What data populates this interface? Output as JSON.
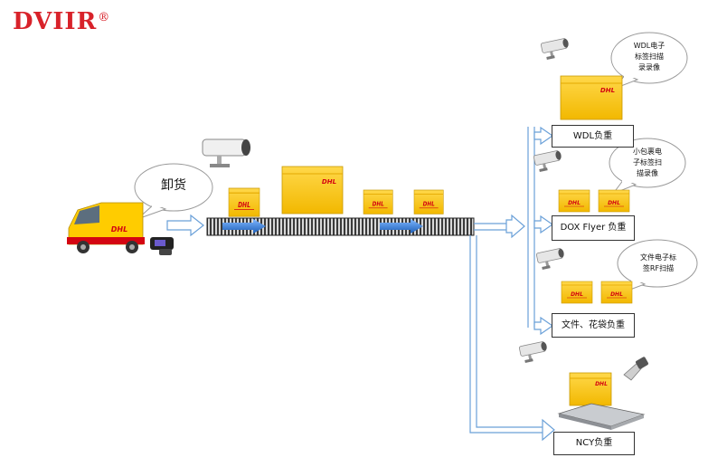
{
  "brand": {
    "logo_text": "DVIIR",
    "registered_mark": "®"
  },
  "colors": {
    "dhl_yellow": "#ffcc00",
    "dhl_red": "#d40511",
    "arrow_fill": "#ffffff",
    "arrow_stroke": "#6aa0d8",
    "belt_arrow": "#2f7fd6",
    "logo_red": "#d8222a"
  },
  "unload": {
    "bubble": "卸货"
  },
  "stations": [
    {
      "bubble_lines": [
        "WDL电子",
        "标签扫描",
        "录录像"
      ],
      "label": "WDL负重"
    },
    {
      "bubble_lines": [
        "小包裹电",
        "子标签扫",
        "描录像"
      ],
      "label": "DOX Flyer 负重"
    },
    {
      "bubble_lines": [
        "文件电子标",
        "签RF扫描"
      ],
      "label": "文件、花袋负重"
    },
    {
      "label": "NCY负重"
    }
  ],
  "box_brand": "DHL"
}
